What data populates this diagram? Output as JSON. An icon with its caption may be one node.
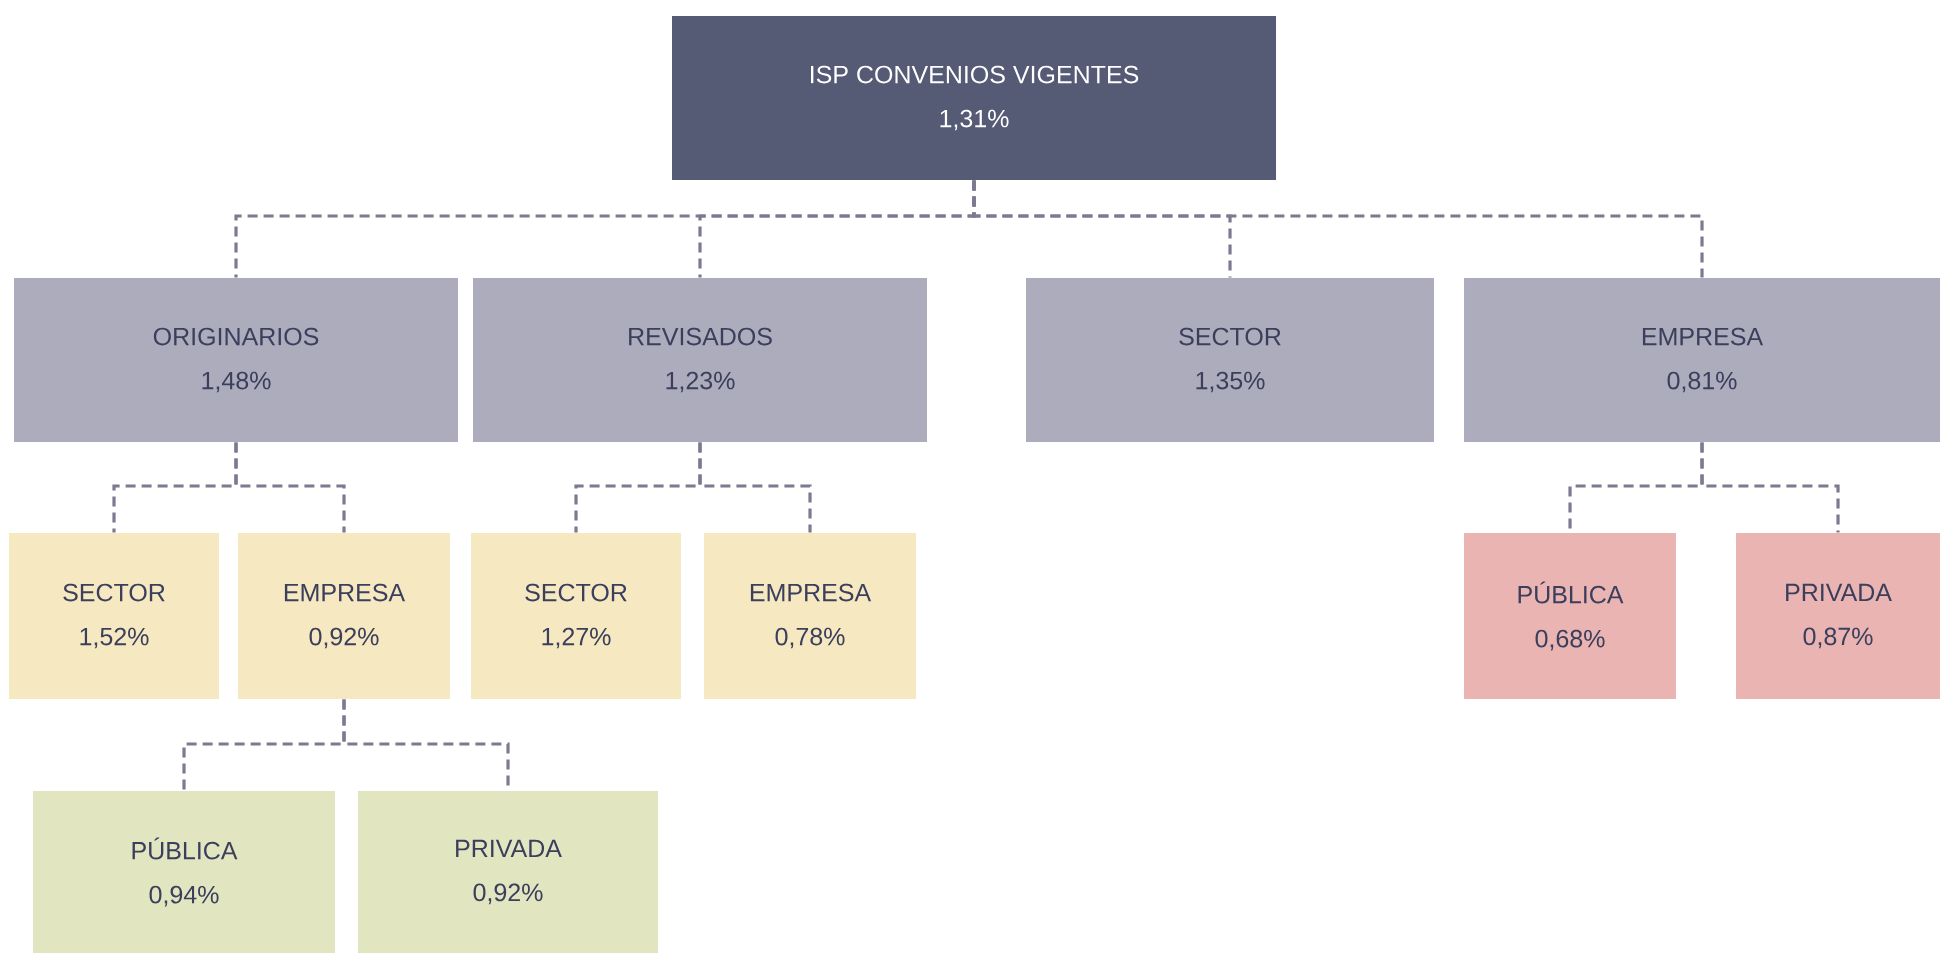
{
  "diagram": {
    "nodes": [
      {
        "text": [
          "ISP CONVENIOS VIGENTES",
          "1,31%"
        ]
      },
      {
        "text": [
          "ORIGINARIOS",
          "1,48%"
        ]
      },
      {
        "text": [
          "REVISADOS",
          "1,23%"
        ]
      },
      {
        "text": [
          "SECTOR",
          "1,35%"
        ]
      },
      {
        "text": [
          "EMPRESA",
          "0,81%"
        ]
      },
      {
        "text": [
          "SECTOR",
          "1,52%"
        ]
      },
      {
        "text": [
          "EMPRESA",
          "0,92%"
        ]
      },
      {
        "text": [
          "SECTOR",
          "1,27%"
        ]
      },
      {
        "text": [
          "EMPRESA",
          "0,78%"
        ]
      },
      {
        "text": [
          "PÚBLICA",
          "0,68%"
        ]
      },
      {
        "text": [
          "PRIVADA",
          "0,87%"
        ]
      },
      {
        "text": [
          "PÚBLICA",
          "0,94%"
        ]
      },
      {
        "text": [
          "PRIVADA",
          "0,92%"
        ]
      }
    ],
    "edges": [
      {
        "from": 0,
        "to": 1,
        "arrow": "none",
        "style": "dashed"
      },
      {
        "from": 0,
        "to": 2,
        "arrow": "none",
        "style": "dashed"
      },
      {
        "from": 0,
        "to": 3,
        "arrow": "none",
        "style": "dashed"
      },
      {
        "from": 0,
        "to": 4,
        "arrow": "none",
        "style": "dashed"
      },
      {
        "from": 1,
        "to": 5,
        "arrow": "none",
        "style": "dashed"
      },
      {
        "from": 1,
        "to": 6,
        "arrow": "none",
        "style": "dashed"
      },
      {
        "from": 2,
        "to": 7,
        "arrow": "none",
        "style": "dashed"
      },
      {
        "from": 2,
        "to": 8,
        "arrow": "none",
        "style": "dashed"
      },
      {
        "from": 4,
        "to": 9,
        "arrow": "none",
        "style": "dashed"
      },
      {
        "from": 4,
        "to": 10,
        "arrow": "none",
        "style": "dashed"
      },
      {
        "from": 6,
        "to": 11,
        "arrow": "none",
        "style": "dashed"
      },
      {
        "from": 6,
        "to": 12,
        "arrow": "none",
        "style": "dashed"
      }
    ]
  }
}
